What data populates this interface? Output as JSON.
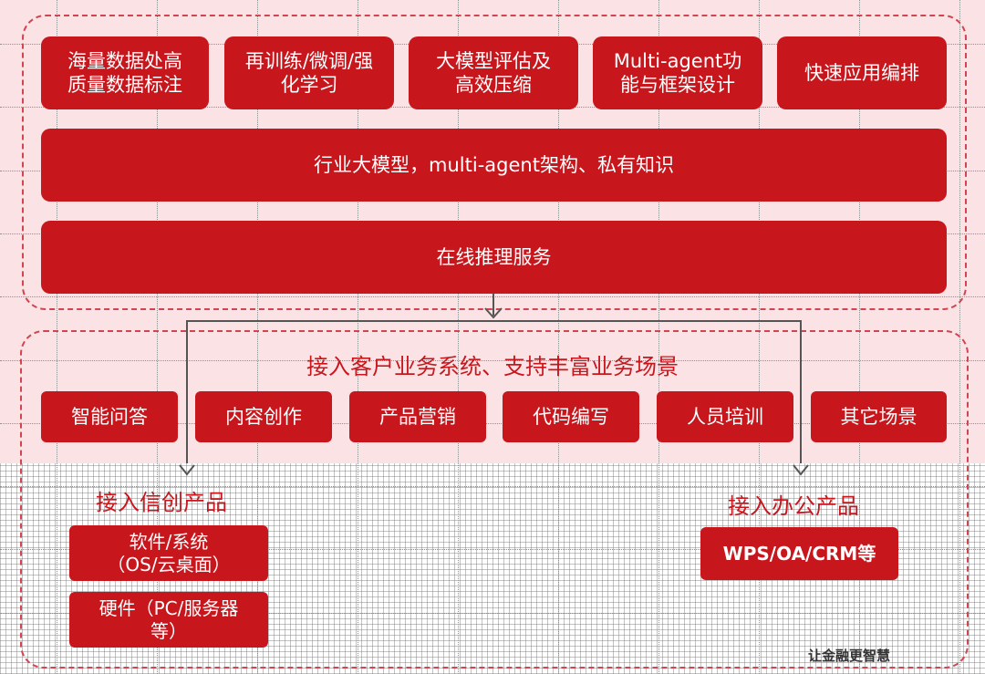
{
  "capabilities": {
    "items": [
      {
        "label": "海量数据处高\n质量数据标注"
      },
      {
        "label": "再训练/微调/强\n化学习"
      },
      {
        "label": "大模型评估及\n高效压缩"
      },
      {
        "label": "Multi-agent功\n能与框架设计"
      },
      {
        "label": "快速应用编排"
      }
    ]
  },
  "core_layer": "行业大模型，multi-agent架构、私有知识",
  "inference_layer": "在线推理服务",
  "business": {
    "title": "接入客户业务系统、支持丰富业务场景",
    "scenarios": [
      "智能问答",
      "内容创作",
      "产品营销",
      "代码编写",
      "人员培训",
      "其它场景"
    ]
  },
  "xinchuang": {
    "title": "接入信创产品",
    "items": [
      "软件/系统\n（OS/云桌面）",
      "硬件（PC/服务器\n等）"
    ]
  },
  "office": {
    "title": "接入办公产品",
    "item": "WPS/OA/CRM等"
  },
  "watermark": "让金融更智慧",
  "colors": {
    "accent": "#c8161d",
    "panel_bg": "#fbe3e5",
    "frame": "#d0454f"
  }
}
